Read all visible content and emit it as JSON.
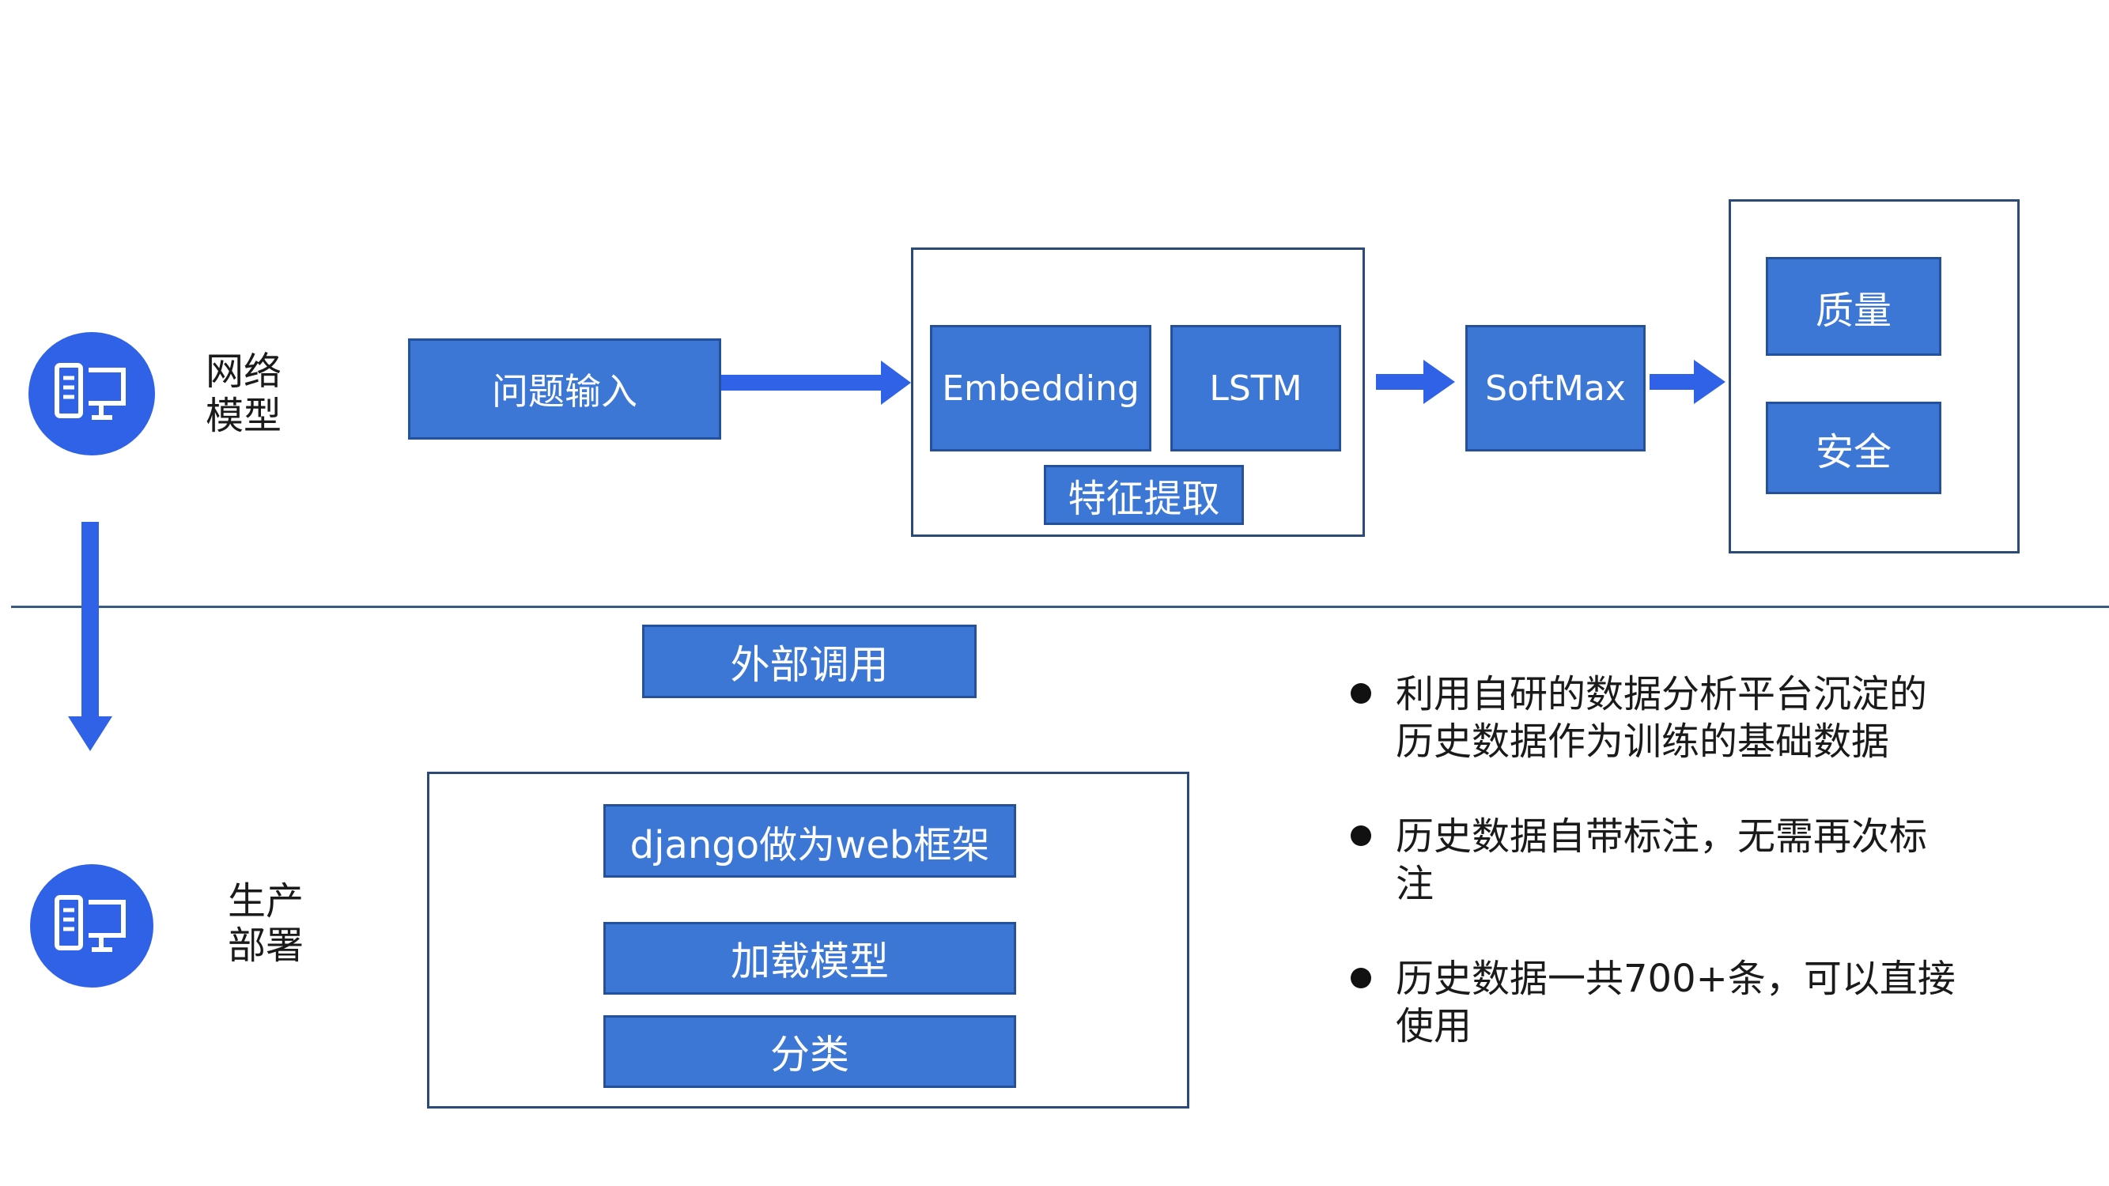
{
  "colors": {
    "box_fill": "#3c77d6",
    "box_border": "#25509a",
    "arrow": "#2f62e6",
    "frame": "#2c4a78",
    "divider": "#3a5a82",
    "icon_circle": "#2f62e6"
  },
  "top_section": {
    "icon": "computer-server-icon",
    "label_line1": "网络",
    "label_line2": "模型",
    "nodes": {
      "question_input": "问题输入",
      "embedding": "Embedding",
      "lstm": "LSTM",
      "feature_extraction": "特征提取",
      "softmax": "SoftMax",
      "quality": "质量",
      "security": "安全"
    }
  },
  "bottom_section": {
    "icon": "computer-server-icon",
    "label_line1": "生产",
    "label_line2": "部署",
    "nodes": {
      "external_call": "外部调用",
      "django": "django做为web框架",
      "load_model": "加载模型",
      "classify": "分类"
    }
  },
  "bullets": [
    {
      "line1": "利用自研的数据分析平台沉淀的",
      "line2": "历史数据作为训练的基础数据"
    },
    {
      "line1": "历史数据自带标注，无需再次标",
      "line2": "注"
    },
    {
      "line1": "历史数据一共700+条，可以直接",
      "line2": "使用"
    }
  ]
}
